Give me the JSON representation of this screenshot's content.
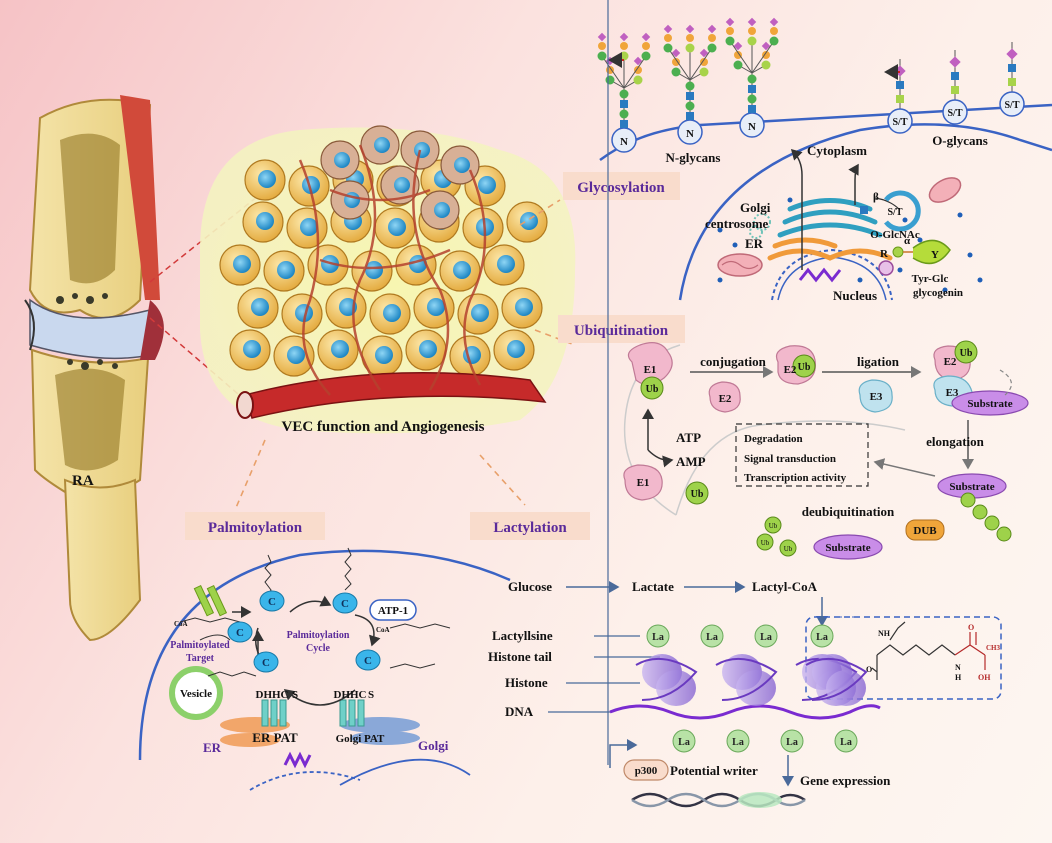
{
  "labels": {
    "ra": "RA",
    "vec": "VEC function and Angiogenesis",
    "glycosylation": "Glycosylation",
    "ubiquitination": "Ubiquitination",
    "palmitoylation": "Palmitoylation",
    "lactylation": "Lactylation"
  },
  "glyco": {
    "n_glycans": "N-glycans",
    "o_glycans": "O-glycans",
    "cytoplasm": "Cytoplasm",
    "golgi": "Golgi",
    "centrosome": "centrosome",
    "er": "ER",
    "nucleus": "Nucleus",
    "o_glcnac": "O-GlcNAc",
    "tyr_glc": "Tyr-Glc",
    "glycogenin": "glycogenin",
    "n": "N",
    "st": "S/T",
    "beta": "β",
    "alpha": "α",
    "r": "R",
    "y": "Y"
  },
  "ubi": {
    "e1": "E1",
    "e2": "E2",
    "e3": "E3",
    "ub": "Ub",
    "conjugation": "conjugation",
    "ligation": "ligation",
    "atp": "ATP",
    "amp": "AMP",
    "substrate": "Substrate",
    "elongation": "elongation",
    "deubiquitination": "deubiquitination",
    "dub": "DUB",
    "outcomes": [
      "Degradation",
      "Signal transduction",
      "Transcription activity"
    ]
  },
  "palm": {
    "atp1": "ATP-1",
    "cycle": [
      "Palmitoylation",
      "Cycle"
    ],
    "target": [
      "Palmitoylated",
      "Target"
    ],
    "vesicle": "Vesicle",
    "dhhc": "DHHC",
    "er_pat": "ER PAT",
    "golgi_pat": "Golgi PAT",
    "er": "ER",
    "golgi": "Golgi",
    "c": "C",
    "coa": "CoA",
    "s": "S"
  },
  "lact": {
    "glucose": "Glucose",
    "lactate": "Lactate",
    "lactyl_coa": "Lactyl-CoA",
    "lactyllsine": "Lactyllsine",
    "histone_tail": "Histone tail",
    "histone": "Histone",
    "dna": "DNA",
    "la": "La",
    "p300": "p300",
    "potential_writer": "Potential writer",
    "gene_expression": "Gene expression",
    "nh": "NH",
    "oh": "OH",
    "ch3": "CH3",
    "o": "O",
    "h": "H",
    "n": "N"
  },
  "colors": {
    "membrane": "#3a63c4",
    "purple_text": "#5a2a9a",
    "cell_yellow": "#f2c25a",
    "cell_blue": "#2a9fd6",
    "ub_green": "#9ed24a",
    "la_green": "#b8e2a6",
    "substrate_purple": "#c98de8",
    "enzyme_pink": "#f2b8cc",
    "e3_blue": "#bfe2ee",
    "dub_orange": "#f0a53a",
    "palm_c_blue": "#3ab5ea",
    "label_box": "#f9dccc"
  }
}
